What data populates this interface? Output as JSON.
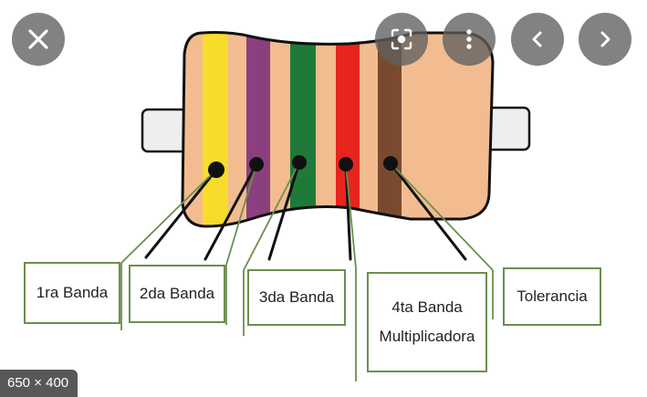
{
  "labels": {
    "band1": "1ra Banda",
    "band2": "2da Banda",
    "band3": "3da Banda",
    "band4_line1": "4ta Banda",
    "band4_line2": "Multiplicadora",
    "tolerance": "Tolerancia"
  },
  "image_dimensions": "650 × 400",
  "controls": {
    "close": "close-icon",
    "lens": "lens-icon",
    "more": "more-vert-icon",
    "prev": "chevron-left-icon",
    "next": "chevron-right-icon"
  },
  "colors": {
    "body": "#f2bc90",
    "band1": "#f7dc2a",
    "band2": "#8c3f7e",
    "band3": "#1f7a3a",
    "band4": "#e8241f",
    "band5": "#7a4a2e",
    "lead": "#eeeeee",
    "leader_green": "#6b8f4e"
  }
}
